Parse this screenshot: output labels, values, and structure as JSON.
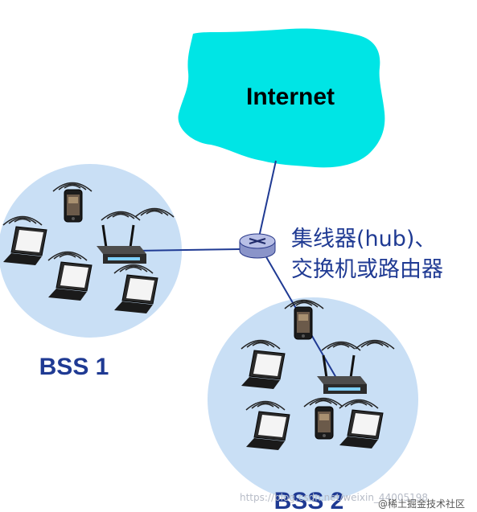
{
  "internet": {
    "label": "Internet"
  },
  "hub": {
    "line1": "集线器(hub)、",
    "line2": "交换机或路由器"
  },
  "bss1": {
    "label": "BSS 1"
  },
  "bss2": {
    "label": "BSS 2"
  },
  "watermark": {
    "url_text": "https://blog.csdn.net/weixin_44005198",
    "brand": "@稀土掘金技术社区"
  },
  "colors": {
    "cloud": "#00e5e5",
    "bss_circle": "#c9dff5",
    "link": "#1f3a93",
    "text_blue": "#1f3a93"
  },
  "icons": [
    "cloud-shape",
    "hub-icon",
    "router-icon",
    "laptop-icon",
    "phone-icon",
    "signal-waves-icon"
  ]
}
